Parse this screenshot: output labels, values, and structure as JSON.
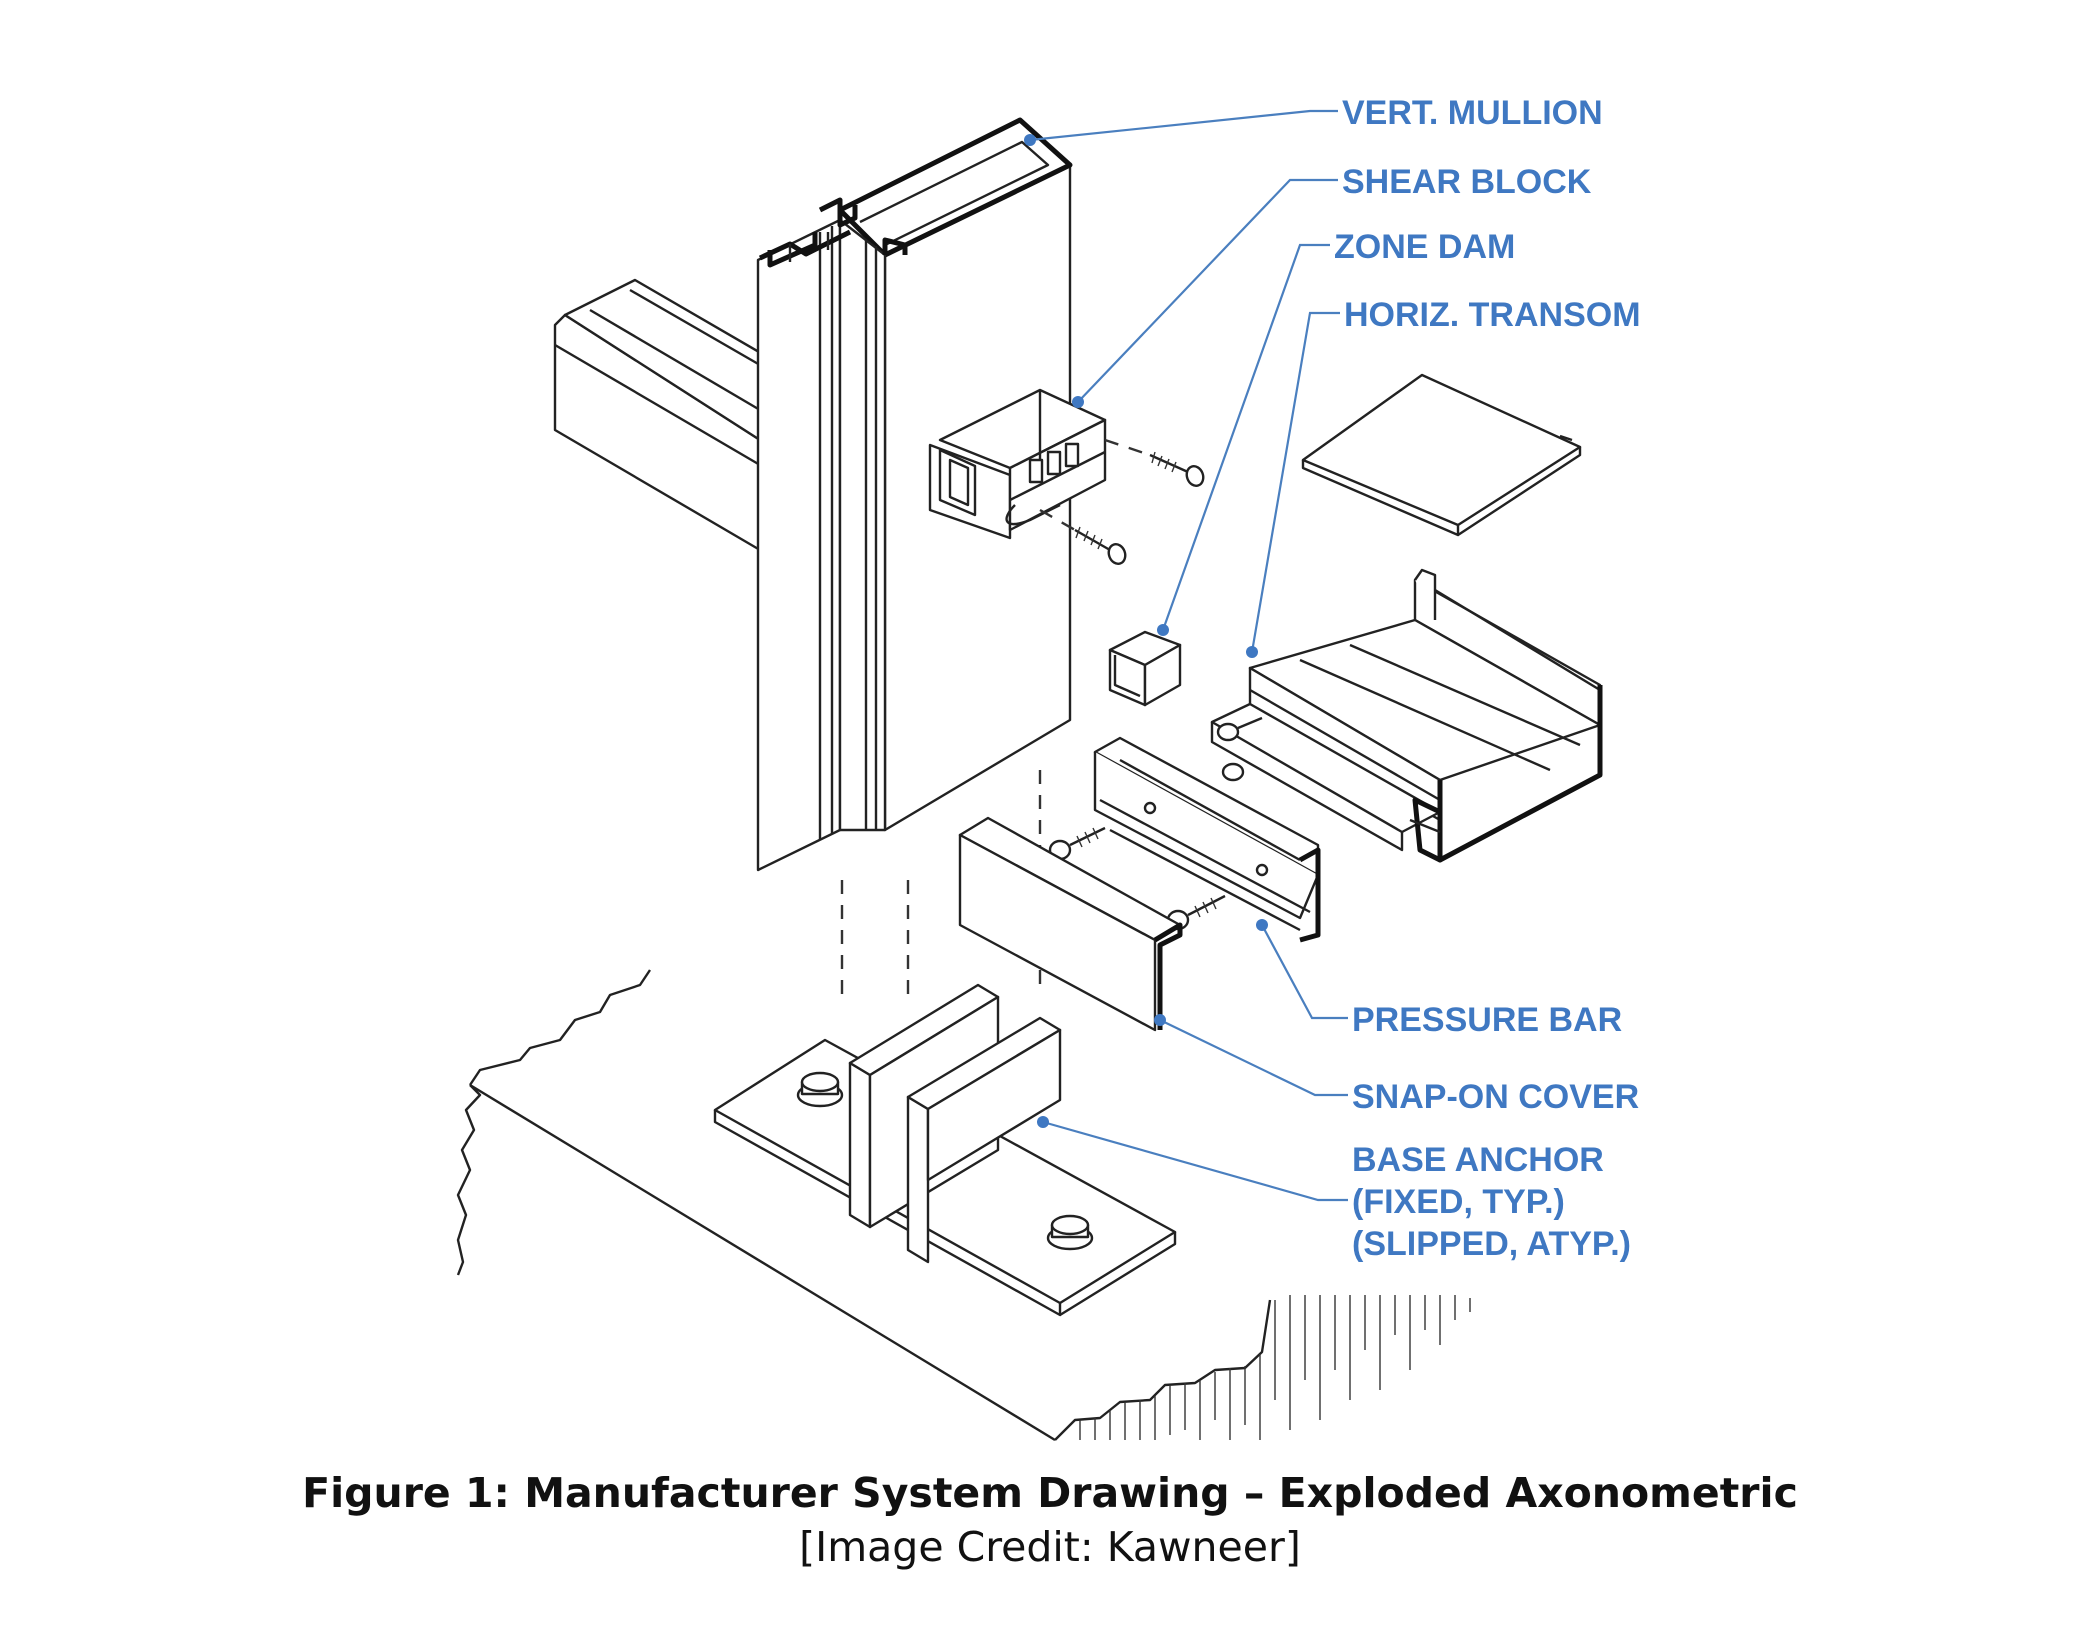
{
  "figure": {
    "callouts": {
      "vert_mullion": "VERT. MULLION",
      "shear_block": "SHEAR BLOCK",
      "zone_dam": "ZONE DAM",
      "horiz_transom": "HORIZ. TRANSOM",
      "pressure_bar": "PRESSURE BAR",
      "snap_on_cover": "SNAP-ON COVER",
      "base_anchor_line1": "BASE ANCHOR",
      "base_anchor_line2": "(FIXED, TYP.)",
      "base_anchor_line3": "(SLIPPED, ATYP.)"
    },
    "caption": {
      "title": "Figure 1: Manufacturer System Drawing – Exploded Axonometric",
      "credit": "[Image Credit: Kawneer]"
    },
    "colors": {
      "callout": "#3f78c2",
      "linework": "#222222",
      "background": "#ffffff"
    }
  }
}
